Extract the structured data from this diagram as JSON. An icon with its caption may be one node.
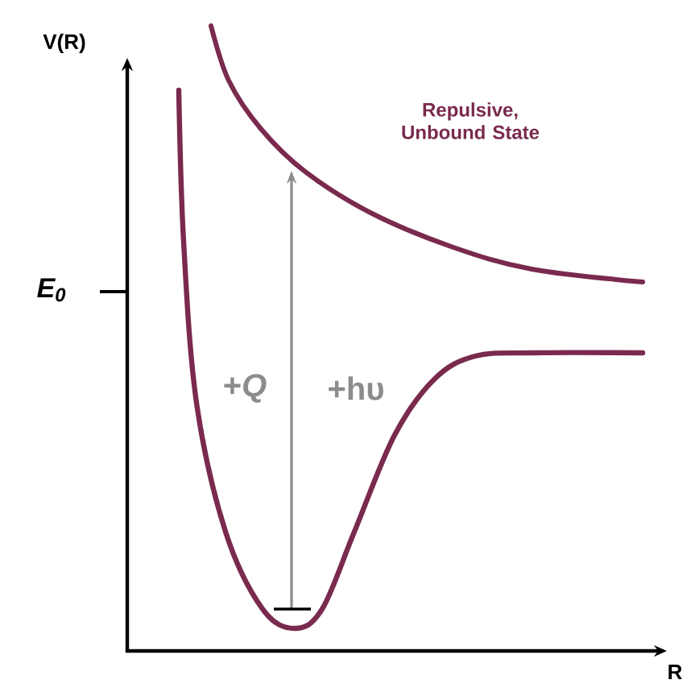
{
  "diagram": {
    "labels": [
      "V(R)",
      "Repulsive, Unbound State",
      "E$_{0}$",
      "+*Q*",
      "+hυ",
      "R"
    ]
  }
}
